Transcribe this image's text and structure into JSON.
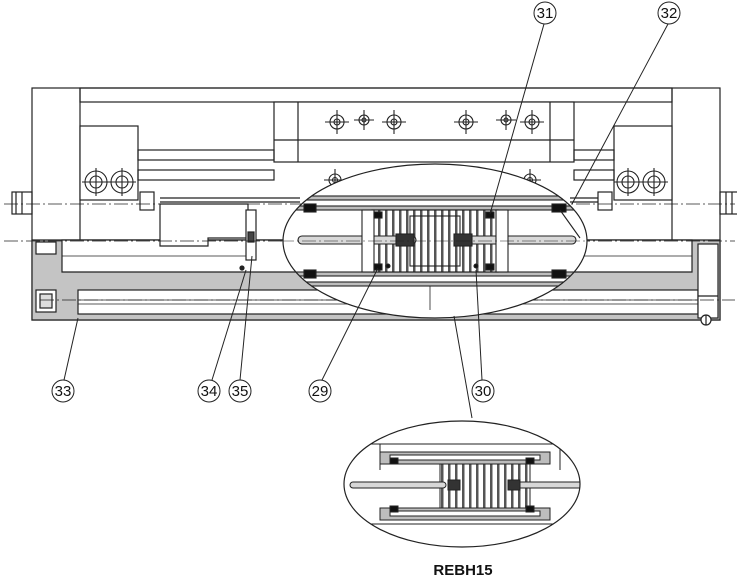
{
  "callouts": {
    "c31": "31",
    "c32": "32",
    "c33": "33",
    "c34": "34",
    "c35": "35",
    "c29": "29",
    "c30": "30"
  },
  "caption": "REBH15"
}
